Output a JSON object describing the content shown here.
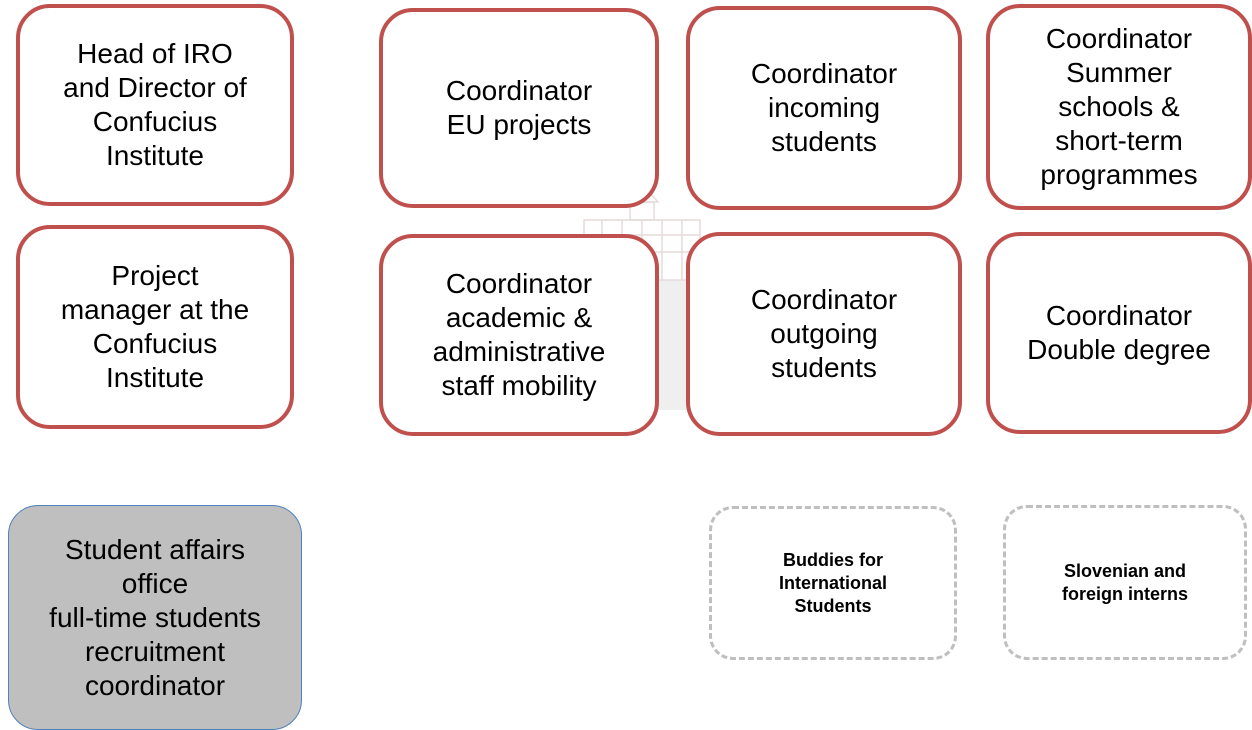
{
  "boxes": {
    "head_iro": "Head of IRO\nand Director of\nConfucius\nInstitute",
    "coord_eu": "Coordinator\nEU projects",
    "coord_incoming": "Coordinator\nincoming\nstudents",
    "coord_summer": "Coordinator\nSummer\nschools &\nshort-term\nprogrammes",
    "project_manager": "Project\nmanager at the\nConfucius\nInstitute",
    "coord_staff": "Coordinator\nacademic &\nadministrative\nstaff mobility",
    "coord_outgoing": "Coordinator\noutgoing\nstudents",
    "coord_double": "Coordinator\nDouble degree",
    "student_affairs": "Student affairs\noffice\nfull-time students\nrecruitment\ncoordinator",
    "buddies": "Buddies for\nInternational\nStudents",
    "interns": "Slovenian and\nforeign interns"
  },
  "colors": {
    "red_border": "#c0504d",
    "gray_fill": "#bfbfbf",
    "blue_border": "#4f81bd",
    "dashed_border": "#bfbfbf"
  }
}
